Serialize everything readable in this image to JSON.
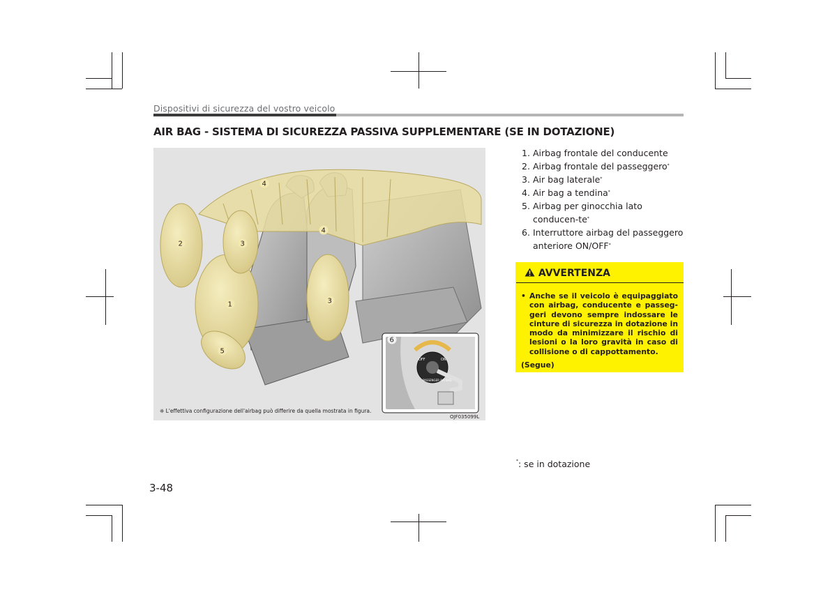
{
  "header": {
    "section": "Dispositivi di sicurezza del vostro veicolo",
    "title": "AIR BAG - SISTEMA DI SICUREZZA PASSIVA SUPPLEMENTARE (SE IN DOTAZIONE)"
  },
  "figure": {
    "callouts": [
      "1",
      "2",
      "3",
      "3",
      "4",
      "4",
      "5",
      "6"
    ],
    "switch_labels": [
      "OFF",
      "ON",
      "PASSENGER AIR BAG"
    ],
    "note": "❈ L'effettiva configurazione dell'airbag può differire da quella mostrata in figura.",
    "code": "OJF035099L"
  },
  "list": [
    {
      "num": "1.",
      "text": "Airbag frontale del conducente",
      "mark": ""
    },
    {
      "num": "2.",
      "text": "Airbag frontale del passeggero",
      "mark": "*"
    },
    {
      "num": "3.",
      "text": "Air bag laterale",
      "mark": "*"
    },
    {
      "num": "4.",
      "text": "Air bag a tendina",
      "mark": "*"
    },
    {
      "num": "5.",
      "text": "Airbag per ginocchia lato conducen-te",
      "mark": "*"
    },
    {
      "num": "6.",
      "text": "Interruttore airbag del passeggero anteriore ON/OFF",
      "mark": "*"
    }
  ],
  "warning": {
    "icon": "warning-triangle-icon",
    "title": "AVVERTENZA",
    "bullet": "•",
    "body": "Anche se il veicolo è equipaggiato con airbag, conducente e passeg-geri devono sempre indossare le cinture di sicurezza in dotazione in modo da minimizzare il rischio di lesioni o la loro gravità in caso di collisione o di cappottamento.",
    "continued": "(Segue)",
    "bg_color": "#fff200"
  },
  "footnote": {
    "mark": "*",
    "text": ": se in dotazione"
  },
  "page_number": "3-48"
}
